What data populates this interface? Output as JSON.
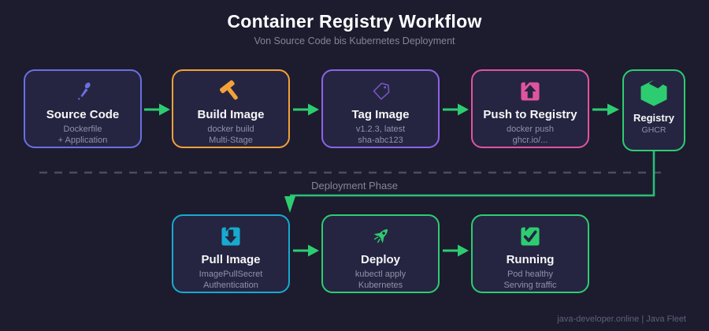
{
  "header": {
    "title": "Container Registry Workflow",
    "subtitle": "Von Source Code bis Kubernetes Deployment"
  },
  "divider": {
    "label": "Deployment Phase"
  },
  "nodes": {
    "source": {
      "title": "Source Code",
      "line1": "Dockerfile",
      "line2": "+ Application",
      "accent": "#6a6fe2",
      "icon": "pencil-icon"
    },
    "build": {
      "title": "Build Image",
      "line1": "docker build",
      "line2": "Multi-Stage",
      "accent": "#f2a13a",
      "icon": "hammer-icon"
    },
    "tag": {
      "title": "Tag Image",
      "line1": "v1.2.3, latest",
      "line2": "sha-abc123",
      "accent": "#8e63e8",
      "icon": "tag-icon"
    },
    "push": {
      "title": "Push to Registry",
      "line1": "docker push",
      "line2": "ghcr.io/...",
      "accent": "#e0549e",
      "icon": "arrow-up-square-icon"
    },
    "registry": {
      "title": "Registry",
      "line1": "GHCR",
      "accent": "#2ecc71",
      "icon": "package-icon"
    },
    "pull": {
      "title": "Pull Image",
      "line1": "ImagePullSecret",
      "line2": "Authentication",
      "accent": "#18a9cf",
      "icon": "arrow-down-square-icon"
    },
    "deploy": {
      "title": "Deploy",
      "line1": "kubectl apply",
      "line2": "Kubernetes",
      "accent": "#2ecc71",
      "icon": "rocket-icon"
    },
    "running": {
      "title": "Running",
      "line1": "Pod healthy",
      "line2": "Serving traffic",
      "accent": "#2ecc71",
      "icon": "check-square-icon"
    }
  },
  "colors": {
    "background": "#1c1c2e",
    "node_background": "#252541",
    "arrow": "#2ecc71",
    "dashed_divider": "#4a4c60"
  },
  "footer": {
    "text": "java-developer.online | Java Fleet"
  }
}
